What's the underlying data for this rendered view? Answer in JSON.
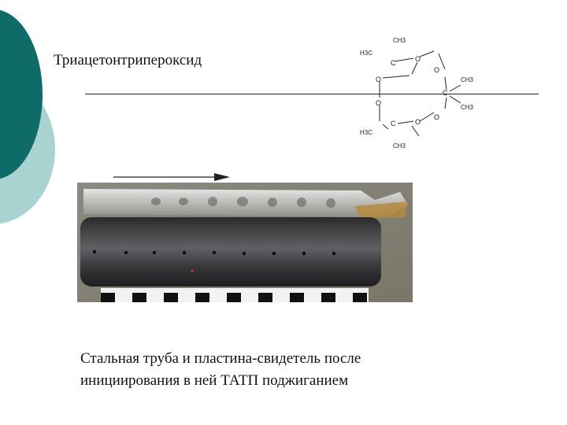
{
  "slide": {
    "title": "Триацетонтрипероксид",
    "caption_line1": "Стальная труба и пластина-свидетель после",
    "caption_line2": "инициирования в ней ТАТП поджиганием"
  },
  "molecule": {
    "atoms": {
      "carbon": "C",
      "oxygen": "O",
      "methyl_right": "CH3",
      "methyl_left": "H3C"
    }
  },
  "colors": {
    "accent_dark_teal": "#0e6b68",
    "accent_light_teal": "#a9d3d1",
    "rule": "#222222"
  }
}
